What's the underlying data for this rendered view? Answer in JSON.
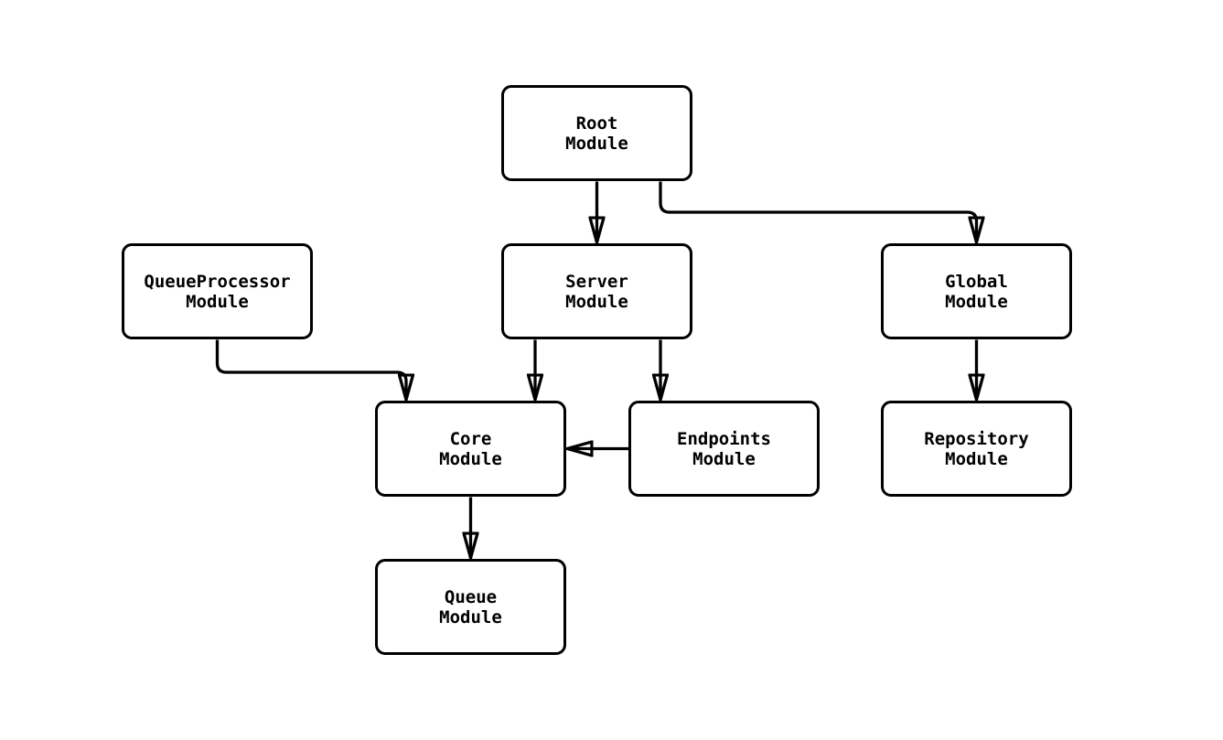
{
  "diagram": {
    "type": "flowchart",
    "direction": "top-down",
    "nodes": {
      "root": {
        "label": "Root\nModule"
      },
      "queue_processor": {
        "label": "QueueProcessor\nModule"
      },
      "server": {
        "label": "Server\nModule"
      },
      "global": {
        "label": "Global\nModule"
      },
      "core": {
        "label": "Core\nModule"
      },
      "endpoints": {
        "label": "Endpoints\nModule"
      },
      "repository": {
        "label": "Repository\nModule"
      },
      "queue": {
        "label": "Queue\nModule"
      }
    },
    "edges": [
      {
        "from": "Root Module",
        "to": "Server Module"
      },
      {
        "from": "Root Module",
        "to": "Global Module"
      },
      {
        "from": "QueueProcessor Module",
        "to": "Core Module"
      },
      {
        "from": "Server Module",
        "to": "Core Module"
      },
      {
        "from": "Server Module",
        "to": "Endpoints Module"
      },
      {
        "from": "Endpoints Module",
        "to": "Core Module"
      },
      {
        "from": "Global Module",
        "to": "Repository Module"
      },
      {
        "from": "Core Module",
        "to": "Queue Module"
      }
    ],
    "colors": {
      "node_border": "#000000",
      "node_fill": "#ffffff",
      "edge": "#000000",
      "text": "#000000",
      "background": "#ffffff"
    }
  }
}
